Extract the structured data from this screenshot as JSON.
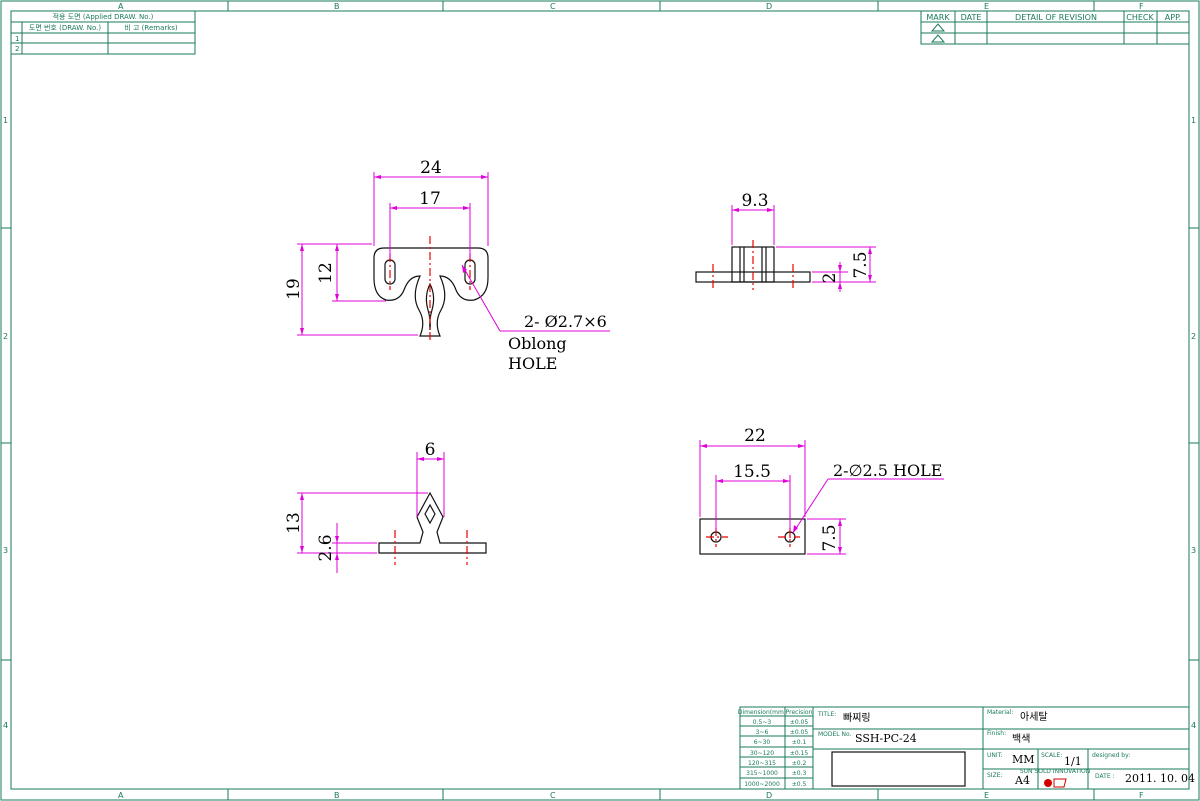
{
  "frame": {
    "columns": [
      "A",
      "B",
      "C",
      "D",
      "E",
      "F"
    ],
    "rows": [
      "1",
      "2",
      "3",
      "4"
    ]
  },
  "applied_drawing_table": {
    "title": "적용 도면 (Applied DRAW. No.)",
    "col1": "도면 번호 (DRAW. No.)",
    "col2": "비 고 (Remarks)",
    "row_numbers": [
      "1",
      "2"
    ]
  },
  "revision_table": {
    "headers": [
      "MARK",
      "DATE",
      "DETAIL OF REVISION",
      "CHECK",
      "APP."
    ]
  },
  "views": {
    "top": {
      "width_outer": "24",
      "width_inner": "17",
      "height_total": "19",
      "height_inner": "12",
      "callout_line1": "2-   Ø2.7×6",
      "callout_line2": "Oblong",
      "callout_line3": "HOLE"
    },
    "side": {
      "width": "9.3",
      "height": "7.5",
      "base": "2"
    },
    "front": {
      "top_width": "6",
      "height_total": "13",
      "base": "2.6"
    },
    "bottom": {
      "width_outer": "22",
      "width_inner": "15.5",
      "height": "7.5",
      "callout": "2-∅2.5 HOLE"
    }
  },
  "title_block": {
    "tolerance_headers": [
      "Dimension(mm)",
      "Precision"
    ],
    "tolerance_rows": [
      [
        "0.5~3",
        "±0.05"
      ],
      [
        "3~6",
        "±0.05"
      ],
      [
        "6~30",
        "±0.1"
      ],
      [
        "30~120",
        "±0.15"
      ],
      [
        "120~315",
        "±0.2"
      ],
      [
        "315~1000",
        "±0.3"
      ],
      [
        "1000~2000",
        "±0.5"
      ]
    ],
    "title_label": "TITLE:",
    "title_value": "빠찌링",
    "model_label": "MODEL No.",
    "model_value": "SSH-PC-24",
    "material_label": "Material:",
    "material_value": "아세탈",
    "finish_label": "Finish:",
    "finish_value": "백색",
    "unit_label": "UNIT:",
    "unit_value": "MM",
    "scale_label": "SCALE:",
    "scale_value": "1/1",
    "designed_label": "designed by:",
    "size_label": "SIZE:",
    "size_value": "A4",
    "date_label": "DATE :",
    "date_value": "2011. 10. 04",
    "logo_text": "SUN SOLD INNOVATION"
  }
}
